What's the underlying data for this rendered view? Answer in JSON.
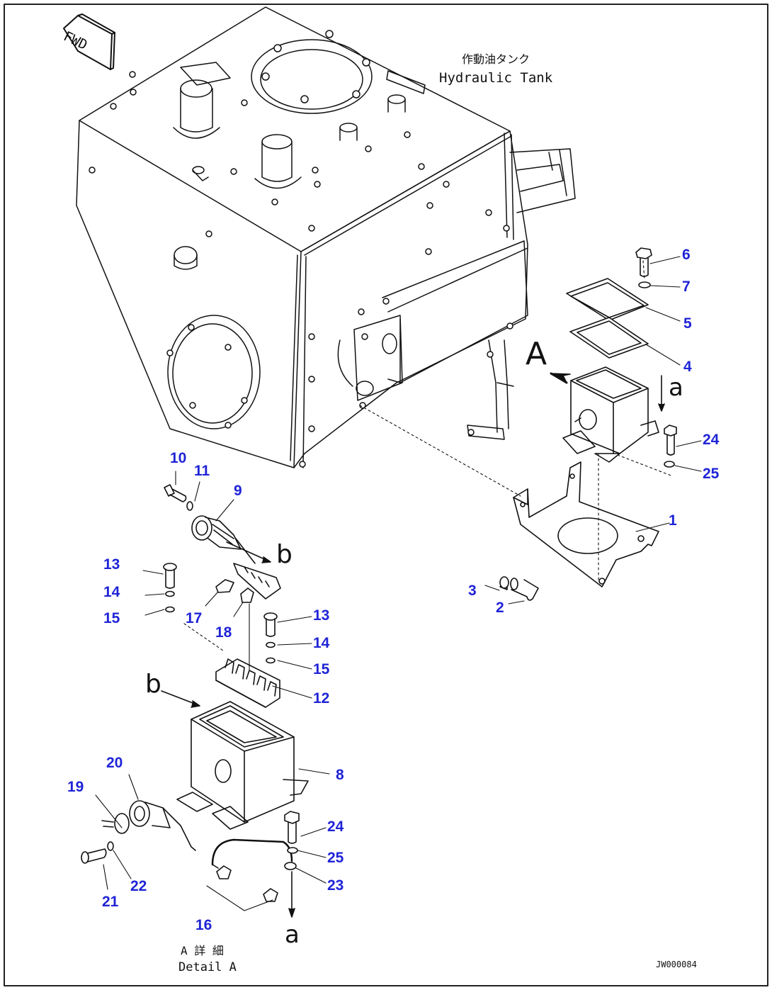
{
  "tank_label": {
    "jp": "作動油タンク",
    "en": "Hydraulic Tank"
  },
  "fwd_label": "FWD",
  "detail_label": {
    "jp": "A 詳 細",
    "en": "Detail A"
  },
  "drawing_code": "JW000084",
  "view_letters": {
    "A": "A",
    "a_top": "a",
    "a_bottom": "a",
    "b_top": "b",
    "b_bottom": "b"
  },
  "colors": {
    "callout": "#1f24d6",
    "line": "#111111",
    "border": "#222222"
  },
  "callouts": {
    "c1": "1",
    "c2": "2",
    "c3": "3",
    "c4": "4",
    "c5": "5",
    "c6": "6",
    "c7": "7",
    "c8": "8",
    "c9": "9",
    "c10": "10",
    "c11": "11",
    "c12": "12",
    "c13a": "13",
    "c13b": "13",
    "c14a": "14",
    "c14b": "14",
    "c15a": "15",
    "c15b": "15",
    "c16": "16",
    "c17": "17",
    "c18": "18",
    "c19": "19",
    "c20": "20",
    "c21": "21",
    "c22": "22",
    "c23": "23",
    "c24a": "24",
    "c24b": "24",
    "c25a": "25",
    "c25b": "25"
  }
}
